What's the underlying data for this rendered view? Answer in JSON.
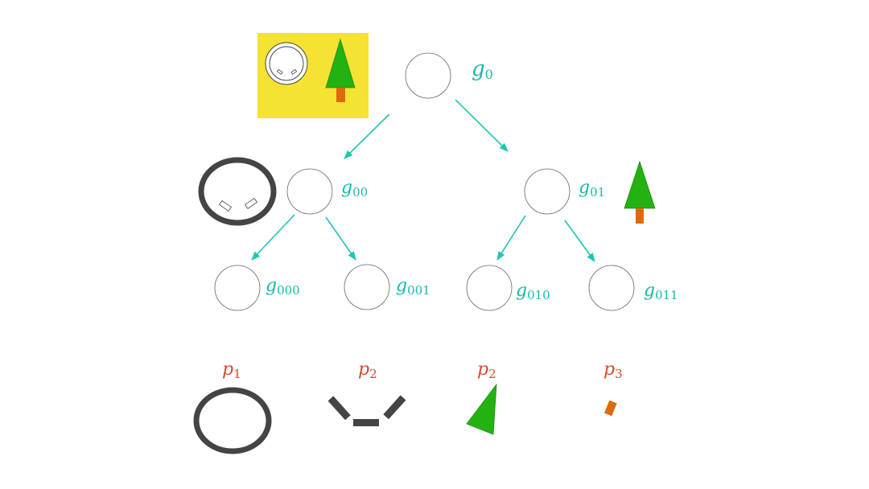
{
  "colors": {
    "node_label": "#16b8aa",
    "edge": "#1fc4b4",
    "part_label": "#d84a2a",
    "scene_bg": "#f6e233",
    "tree_canopy": "#23b212",
    "tree_trunk": "#dd6a0c",
    "face_ring": "#444444"
  },
  "nodes": [
    {
      "id": "g0",
      "base": "g",
      "sub": "0"
    },
    {
      "id": "g00",
      "base": "g",
      "sub": "00"
    },
    {
      "id": "g01",
      "base": "g",
      "sub": "01"
    },
    {
      "id": "g000",
      "base": "g",
      "sub": "000"
    },
    {
      "id": "g001",
      "base": "g",
      "sub": "001"
    },
    {
      "id": "g010",
      "base": "g",
      "sub": "010"
    },
    {
      "id": "g011",
      "base": "g",
      "sub": "011"
    }
  ],
  "edges": [
    [
      "g0",
      "g00"
    ],
    [
      "g0",
      "g01"
    ],
    [
      "g00",
      "g000"
    ],
    [
      "g00",
      "g001"
    ],
    [
      "g01",
      "g010"
    ],
    [
      "g01",
      "g011"
    ]
  ],
  "parts": [
    {
      "base": "p",
      "sub": "1",
      "icon": "ellipse-ring-icon"
    },
    {
      "base": "p",
      "sub": "2",
      "icon": "face-features-icon"
    },
    {
      "base": "p",
      "sub": "2",
      "icon": "triangle-icon"
    },
    {
      "base": "p",
      "sub": "3",
      "icon": "small-rectangle-icon"
    }
  ],
  "illustrations": {
    "root": "scene-face-and-tree-icon",
    "left": "face-outline-icon",
    "right": "pine-tree-icon"
  }
}
